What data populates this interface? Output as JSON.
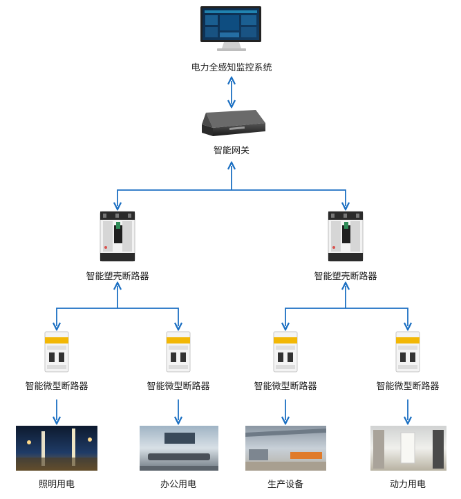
{
  "nodes": {
    "system": "电力全感知监控系统",
    "gateway": "智能网关",
    "mccb_left": "智能塑壳断路器",
    "mccb_right": "智能塑壳断路器",
    "mcb_1": "智能微型断路器",
    "mcb_2": "智能微型断路器",
    "mcb_3": "智能微型断路器",
    "mcb_4": "智能微型断路器",
    "load_1": "照明用电",
    "load_2": "办公用电",
    "load_3": "生产设备",
    "load_4": "动力用电"
  },
  "colors": {
    "connector": "#1b6fc2",
    "label": "#1a1a1a"
  }
}
